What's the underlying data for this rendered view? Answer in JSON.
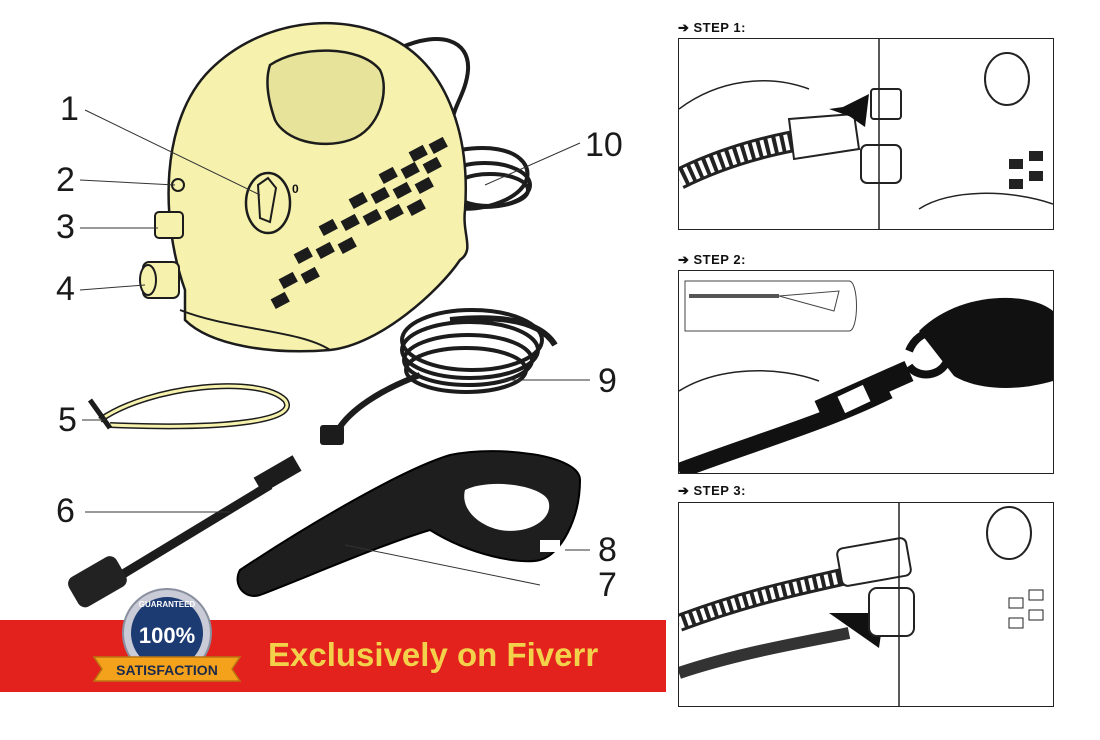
{
  "callouts": [
    "1",
    "2",
    "3",
    "4",
    "5",
    "6",
    "7",
    "8",
    "9",
    "10"
  ],
  "dial_mark": "0",
  "steps": [
    "➔ STEP 1:",
    "➔ STEP 2:",
    "➔ STEP 3:"
  ],
  "banner": {
    "text": "Exclusively on Fiverr",
    "badge_top": "GUARANTEED",
    "badge_percent": "100%",
    "badge_ribbon": "SATISFACTION"
  },
  "colors": {
    "body_yellow": "#f6f2ad",
    "banner_red": "#e3211d",
    "banner_text": "#f3d24b",
    "badge_navy": "#1d3b73",
    "ribbon_orange": "#f4a21c"
  }
}
